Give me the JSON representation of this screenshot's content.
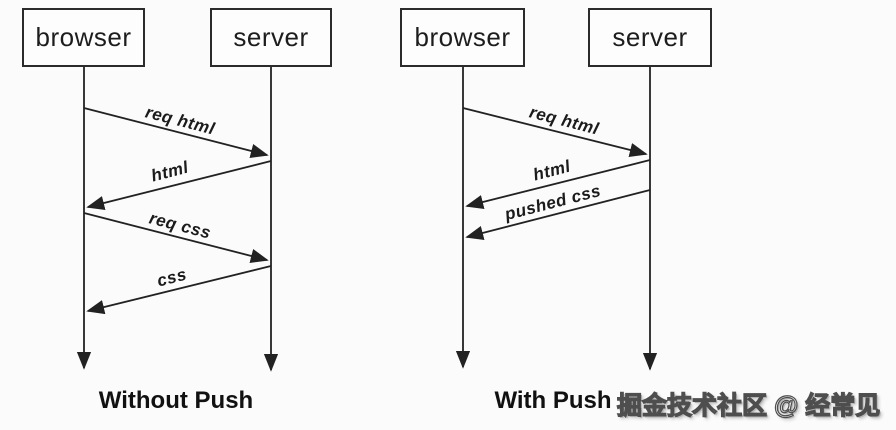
{
  "diagrams": [
    {
      "id": "without-push",
      "caption": "Without Push",
      "actors": [
        {
          "label": "browser"
        },
        {
          "label": "server"
        }
      ],
      "messages": [
        {
          "label": "req html",
          "from": "browser",
          "to": "server"
        },
        {
          "label": "html",
          "from": "server",
          "to": "browser"
        },
        {
          "label": "req css",
          "from": "browser",
          "to": "server"
        },
        {
          "label": "css",
          "from": "server",
          "to": "browser"
        }
      ]
    },
    {
      "id": "with-push",
      "caption": "With Push",
      "actors": [
        {
          "label": "browser"
        },
        {
          "label": "server"
        }
      ],
      "messages": [
        {
          "label": "req html",
          "from": "browser",
          "to": "server"
        },
        {
          "label": "html",
          "from": "server",
          "to": "browser"
        },
        {
          "label": "pushed css",
          "from": "server",
          "to": "browser"
        }
      ]
    }
  ],
  "watermark": "掘金技术社区 @ 经常见",
  "colors": {
    "line": "#222222",
    "background": "#fbfbfb",
    "box_border": "#2b2b2b",
    "text": "#1b1b1b"
  }
}
